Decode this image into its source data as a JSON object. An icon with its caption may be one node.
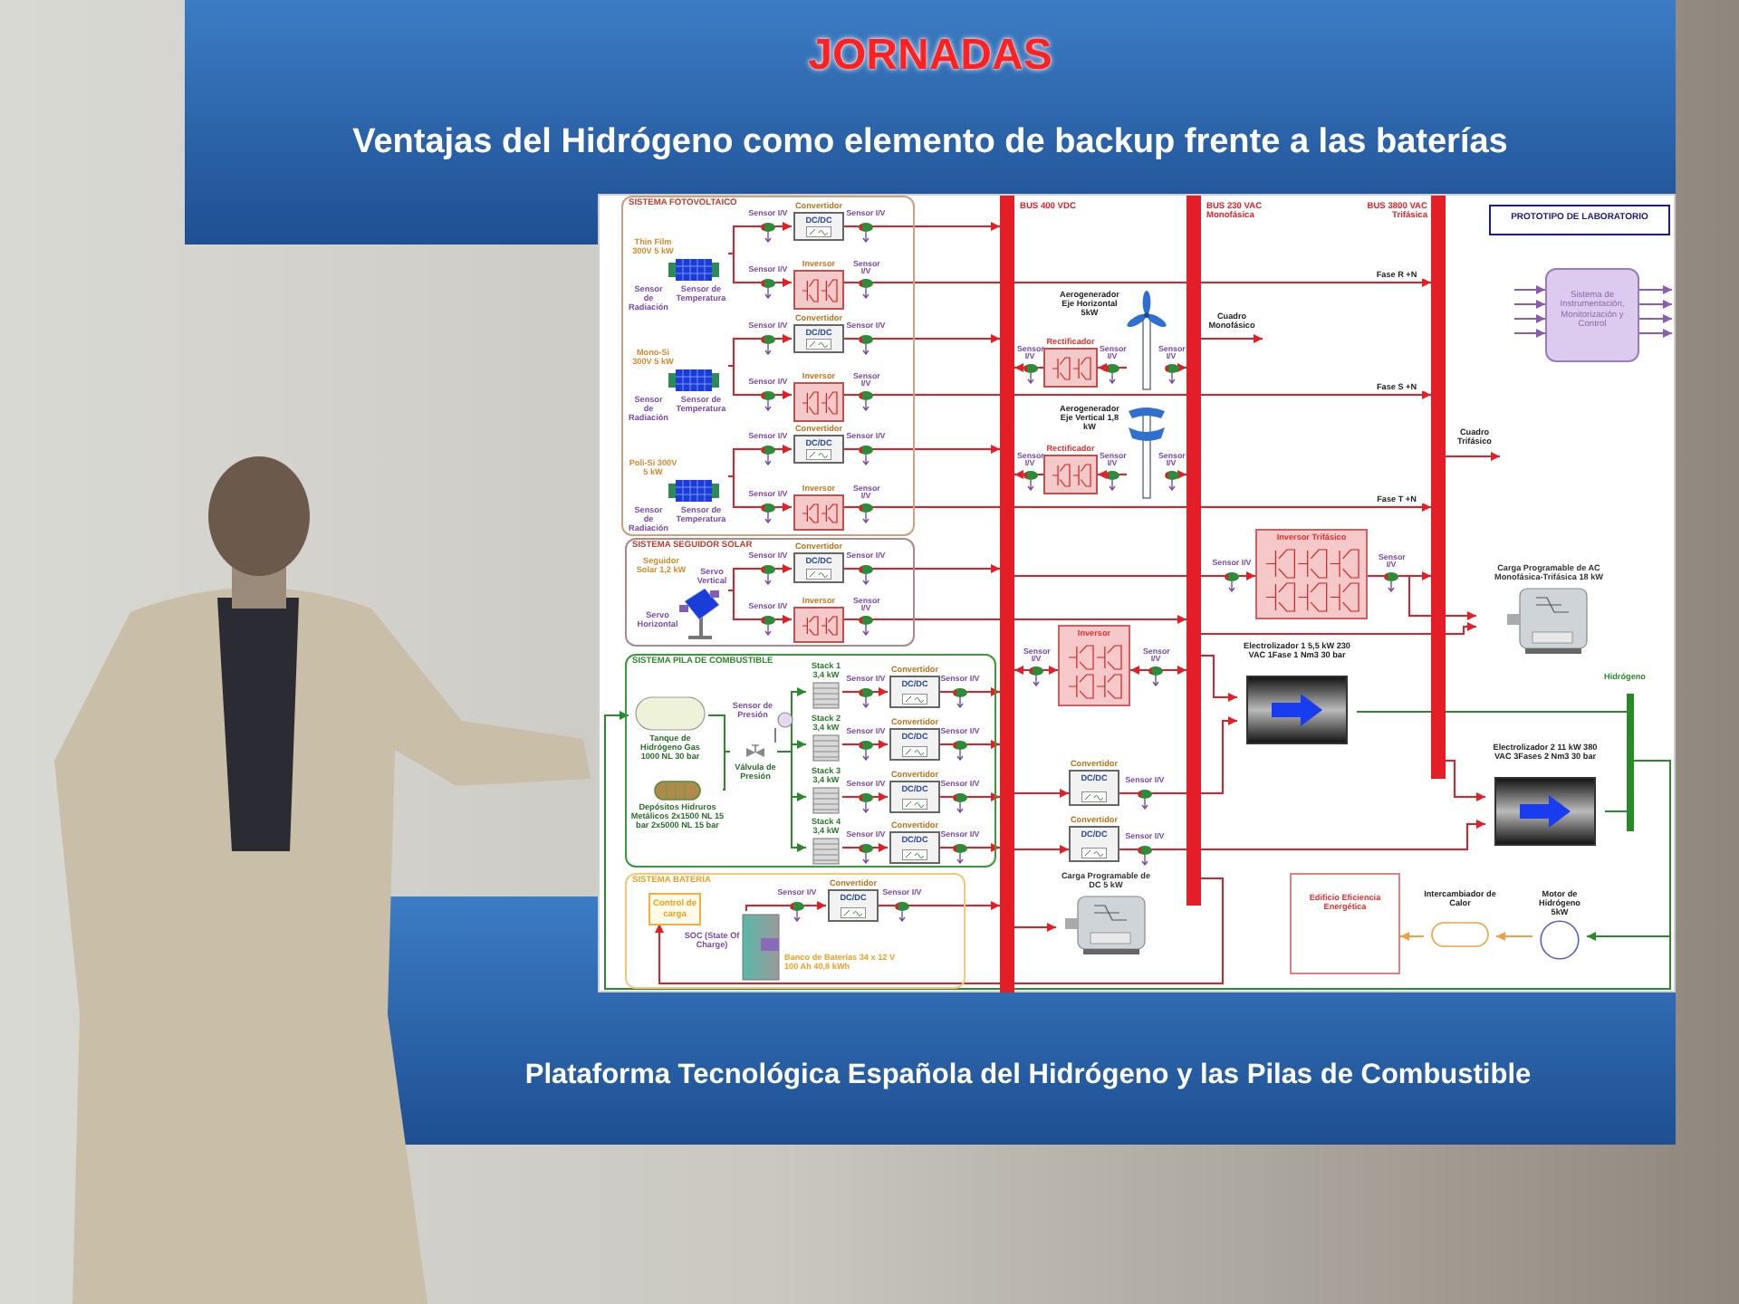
{
  "diagram": {
    "title": "JORNADAS",
    "nodes": [
      {
        "text": [
          "SISTEMA FOTOVOLTAICO"
        ]
      },
      {
        "text": [
          "Thin Film 300V 5 kW"
        ],
        "in": 0,
        "beside": [
          "Sensor de Radiación",
          "Sensor de Temperatura"
        ]
      },
      {
        "text": [
          "Convertidor",
          "DC/DC"
        ],
        "in": 0
      },
      {
        "text": [
          "Inversor"
        ],
        "in": 0
      },
      {
        "text": [
          "Mono-Si 300V 5 kW"
        ],
        "in": 0,
        "beside": [
          "Sensor de Radiación",
          "Sensor de Temperatura"
        ]
      },
      {
        "text": [
          "Convertidor",
          "DC/DC"
        ],
        "in": 0
      },
      {
        "text": [
          "Inversor"
        ],
        "in": 0
      },
      {
        "text": [
          "Poli-Si 300V 5 kW"
        ],
        "in": 0,
        "beside": [
          "Sensor de Radiación",
          "Sensor de Temperatura"
        ]
      },
      {
        "text": [
          "Convertidor",
          "DC/DC"
        ],
        "in": 0
      },
      {
        "text": [
          "Inversor"
        ],
        "in": 0
      },
      {
        "text": [
          "SISTEMA SEGUIDOR SOLAR"
        ]
      },
      {
        "text": [
          "Seguidor Solar 1,2 kW"
        ],
        "in": 10,
        "beside": [
          "Servo Vertical",
          "Servo Horizontal"
        ]
      },
      {
        "text": [
          "Convertidor",
          "DC/DC"
        ],
        "in": 10
      },
      {
        "text": [
          "Inversor"
        ],
        "in": 10
      },
      {
        "text": [
          "SISTEMA PILA DE COMBUSTIBLE"
        ]
      },
      {
        "text": [
          "Tanque de Hidrógeno Gas 1000 NL 30 bar"
        ],
        "in": 14
      },
      {
        "text": [
          "Depósitos Hidruros Metálicos 2x1500 NL 15 bar 2x5000 NL 15 bar"
        ],
        "in": 14
      },
      {
        "text": [
          "Válvula de Presión"
        ],
        "in": 14
      },
      {
        "text": [
          "Sensor de Presión"
        ],
        "in": 14
      },
      {
        "text": [
          "Stack 1 3,4 kW"
        ],
        "in": 14
      },
      {
        "text": [
          "Stack 2 3,4 kW"
        ],
        "in": 14
      },
      {
        "text": [
          "Stack 3 3,4 kW"
        ],
        "in": 14
      },
      {
        "text": [
          "Stack 4 3,4 kW"
        ],
        "in": 14
      },
      {
        "text": [
          "Convertidor",
          "DC/DC"
        ],
        "in": 14
      },
      {
        "text": [
          "Convertidor",
          "DC/DC"
        ],
        "in": 14
      },
      {
        "text": [
          "Convertidor",
          "DC/DC"
        ],
        "in": 14
      },
      {
        "text": [
          "Convertidor",
          "DC/DC"
        ],
        "in": 14
      },
      {
        "text": [
          "SISTEMA BATERÍA"
        ]
      },
      {
        "text": [
          "Control de carga"
        ],
        "in": 27
      },
      {
        "text": [
          "Banco de Baterías 34 x 12 V 100 Ah 40,8 kWh"
        ],
        "in": 27,
        "beside": [
          "SOC (State Of Charge)"
        ]
      },
      {
        "text": [
          "Convertidor",
          "DC/DC"
        ],
        "in": 27
      },
      {
        "text": [
          "BUS 400 VDC"
        ]
      },
      {
        "text": [
          "BUS 230 VAC Monofásica"
        ]
      },
      {
        "text": [
          "BUS 3800 VAC Trifásica"
        ]
      },
      {
        "text": [],
        "shape": "picture",
        "beside": [
          "Aerogenerador Eje Horizontal 5kW"
        ]
      },
      {
        "text": [
          "Rectificador"
        ]
      },
      {
        "text": [],
        "shape": "picture",
        "beside": [
          "Aerogenerador Eje Vertical 1,8 kW"
        ]
      },
      {
        "text": [
          "Rectificador"
        ]
      },
      {
        "text": [
          "Edificio Eficiencia Energética"
        ]
      },
      {
        "text": [
          "PROTOTIPO DE LABORATORIO"
        ]
      },
      {
        "text": [
          "Sistema de Instrumentación, Monitorización y Control"
        ]
      },
      {
        "text": [
          "Inversor Trifásico"
        ]
      },
      {
        "text": [
          "Carga Programable de AC Monofásica-Trifásica 18 kW"
        ]
      },
      {
        "text": [
          "Inversor"
        ]
      },
      {
        "text": [
          "Electrolizador 1 5,5 kW 230 VAC 1Fase 1 Nm3 30 bar"
        ]
      },
      {
        "text": [
          "Electrolizador 2 11 kW 380 VAC 3Fases 2 Nm3 30 bar"
        ]
      },
      {
        "text": [],
        "shape": "bar",
        "beside": [
          "Hidrógeno"
        ]
      },
      {
        "text": [
          "Motor de Hidrógeno 5kW"
        ]
      },
      {
        "text": [
          "Intercambiador de Calor"
        ]
      },
      {
        "text": [
          "Carga Programable de DC 5 kW"
        ]
      },
      {
        "text": [
          "Convertidor",
          "DC/DC"
        ]
      },
      {
        "text": [
          "Convertidor",
          "DC/DC"
        ]
      }
    ],
    "edges": [
      {
        "from": 1,
        "to": 2,
        "arrow": "to"
      },
      {
        "from": 1,
        "to": 3,
        "arrow": "to"
      },
      {
        "from": 2,
        "to": 31,
        "arrow": "to"
      },
      {
        "from": 3,
        "to": 33,
        "arrow": "to",
        "label": "Fase R +N"
      },
      {
        "from": 4,
        "to": 5,
        "arrow": "to"
      },
      {
        "from": 4,
        "to": 6,
        "arrow": "to"
      },
      {
        "from": 5,
        "to": 31,
        "arrow": "to"
      },
      {
        "from": 6,
        "to": 33,
        "arrow": "to",
        "label": "Fase S +N"
      },
      {
        "from": 7,
        "to": 8,
        "arrow": "to"
      },
      {
        "from": 7,
        "to": 9,
        "arrow": "to"
      },
      {
        "from": 8,
        "to": 31,
        "arrow": "to"
      },
      {
        "from": 9,
        "to": 33,
        "arrow": "to",
        "label": "Fase T +N"
      },
      {
        "from": 11,
        "to": 12,
        "arrow": "to"
      },
      {
        "from": 11,
        "to": 13,
        "arrow": "to"
      },
      {
        "from": 12,
        "to": 31,
        "arrow": "to"
      },
      {
        "from": 13,
        "to": 32,
        "arrow": "to"
      },
      {
        "from": 15,
        "to": 17,
        "arrow": "none",
        "color": "#2a8a2a"
      },
      {
        "from": 16,
        "to": 17,
        "arrow": "none",
        "color": "#2a8a2a"
      },
      {
        "from": 18,
        "to": 17,
        "arrow": "none",
        "color": "#7f7f7f"
      },
      {
        "from": 17,
        "to": 19,
        "arrow": "to",
        "color": "#2a8a2a"
      },
      {
        "from": 17,
        "to": 20,
        "arrow": "to",
        "color": "#2a8a2a"
      },
      {
        "from": 17,
        "to": 21,
        "arrow": "to",
        "color": "#2a8a2a"
      },
      {
        "from": 17,
        "to": 22,
        "arrow": "to",
        "color": "#2a8a2a"
      },
      {
        "from": 19,
        "to": 23,
        "arrow": "to"
      },
      {
        "from": 20,
        "to": 24,
        "arrow": "to"
      },
      {
        "from": 21,
        "to": 25,
        "arrow": "to"
      },
      {
        "from": 22,
        "to": 26,
        "arrow": "to"
      },
      {
        "from": 23,
        "to": 31,
        "arrow": "to"
      },
      {
        "from": 24,
        "to": 31,
        "arrow": "to"
      },
      {
        "from": 25,
        "to": 31,
        "arrow": "to"
      },
      {
        "from": 26,
        "to": 31,
        "arrow": "to"
      },
      {
        "from": 29,
        "to": 30,
        "arrow": "to"
      },
      {
        "from": 30,
        "to": 31,
        "arrow": "to"
      },
      {
        "from": 32,
        "to": 28,
        "arrow": "to"
      },
      {
        "from": 35,
        "to": 31,
        "arrow": "to"
      },
      {
        "from": 34,
        "to": 35,
        "arrow": "to"
      },
      {
        "from": 34,
        "to": 32,
        "arrow": "to"
      },
      {
        "from": 37,
        "to": 31,
        "arrow": "to"
      },
      {
        "from": 36,
        "to": 37,
        "arrow": "to"
      },
      {
        "from": 36,
        "to": 32,
        "arrow": "to"
      },
      {
        "from": 32,
        "to": null,
        "arrow": "to",
        "label": "Cuadro Monofásico"
      },
      {
        "from": 33,
        "to": null,
        "arrow": "to",
        "label": "Cuadro Trifásico"
      },
      {
        "from": null,
        "to": 40,
        "arrow": "to",
        "color": "#8a5cb0"
      },
      {
        "from": null,
        "to": 40,
        "arrow": "to",
        "color": "#8a5cb0"
      },
      {
        "from": null,
        "to": 40,
        "arrow": "to",
        "color": "#8a5cb0"
      },
      {
        "from": null,
        "to": 40,
        "arrow": "to",
        "color": "#8a5cb0"
      },
      {
        "from": 40,
        "to": null,
        "arrow": "to",
        "color": "#8a5cb0"
      },
      {
        "from": 40,
        "to": null,
        "arrow": "to",
        "color": "#8a5cb0"
      },
      {
        "from": 40,
        "to": null,
        "arrow": "to",
        "color": "#8a5cb0"
      },
      {
        "from": 40,
        "to": null,
        "arrow": "to",
        "color": "#8a5cb0"
      },
      {
        "from": 31,
        "to": 41,
        "arrow": "to"
      },
      {
        "from": 41,
        "to": 33,
        "arrow": "to"
      },
      {
        "from": 41,
        "to": 42,
        "arrow": "to"
      },
      {
        "from": 32,
        "to": 42,
        "arrow": "to"
      },
      {
        "from": 43,
        "to": 31,
        "arrow": "both"
      },
      {
        "from": 43,
        "to": 32,
        "arrow": "both"
      },
      {
        "from": 31,
        "to": 50,
        "arrow": "to"
      },
      {
        "from": 50,
        "to": 44,
        "arrow": "to"
      },
      {
        "from": 32,
        "to": 44,
        "arrow": "to"
      },
      {
        "from": 31,
        "to": 51,
        "arrow": "to"
      },
      {
        "from": 51,
        "to": 45,
        "arrow": "to"
      },
      {
        "from": 33,
        "to": 45,
        "arrow": "to"
      },
      {
        "from": 44,
        "to": 46,
        "arrow": "none",
        "color": "#2a8a2a"
      },
      {
        "from": 45,
        "to": 46,
        "arrow": "none",
        "color": "#2a8a2a"
      },
      {
        "from": 46,
        "to": 15,
        "arrow": "to",
        "color": "#2a8a2a"
      },
      {
        "from": 46,
        "to": 47,
        "arrow": "to",
        "color": "#2a8a2a"
      },
      {
        "from": 47,
        "to": 48,
        "arrow": "to",
        "color": "#f0a040"
      },
      {
        "from": 48,
        "to": 38,
        "arrow": "to",
        "color": "#f0a040"
      },
      {
        "from": 31,
        "to": 49,
        "arrow": "to"
      }
    ],
    "labels": [
      "Ventajas del Hidrógeno como elemento de backup frente a las baterías",
      "Plataforma Tecnológica Española del Hidrógeno y las Pilas de Combustible",
      "Sensor I/V",
      "Sensor I/V",
      "Sensor I/V",
      "Sensor I/V",
      "Sensor I/V",
      "Sensor I/V",
      "Sensor I/V",
      "Sensor I/V",
      "Sensor I/V",
      "Sensor I/V",
      "Sensor I/V",
      "Sensor I/V",
      "Sensor I/V",
      "Sensor I/V",
      "Sensor I/V",
      "Sensor I/V",
      "Sensor I/V",
      "Sensor I/V",
      "Sensor I/V",
      "Sensor I/V",
      "Sensor I/V",
      "Sensor I/V",
      "Sensor I/V",
      "Sensor I/V",
      "Sensor I/V",
      "Sensor I/V",
      "Sensor I/V",
      "Sensor I/V",
      "Sensor I/V",
      "Sensor I/V",
      "Sensor I/V",
      "Sensor I/V",
      "Sensor I/V",
      "Sensor I/V",
      "Sensor I/V",
      "Sensor I/V",
      "Sensor I/V",
      "Sensor I/V"
    ]
  }
}
